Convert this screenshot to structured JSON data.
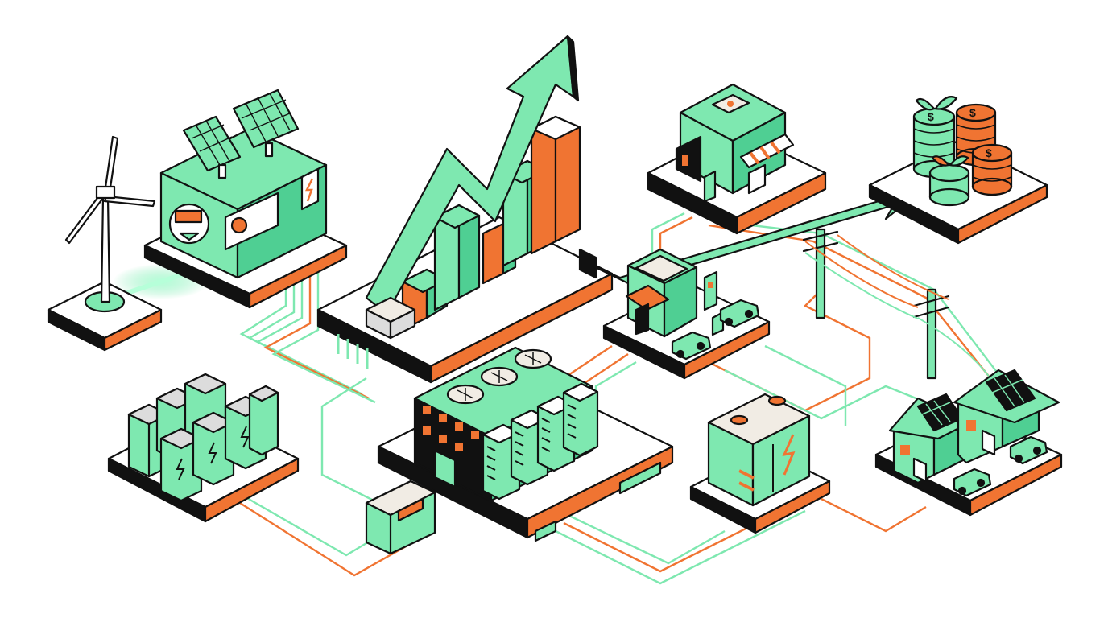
{
  "palette": {
    "mint": "#7ee8b0",
    "mint_dark": "#4fcf93",
    "orange": "#f07432",
    "ink": "#111111",
    "paper": "#ffffff",
    "cream": "#f1ece4",
    "gray": "#dcdcdc"
  },
  "nodes": [
    {
      "id": "wind-turbine",
      "icon": "wind-turbine-icon"
    },
    {
      "id": "solar-meter-unit",
      "icon": "solar-panel-icon"
    },
    {
      "id": "growth-chart-platform",
      "icon": "trending-up-icon"
    },
    {
      "id": "retail-store",
      "icon": "storefront-icon"
    },
    {
      "id": "revenue-coins",
      "icon": "dollar-coin-icon"
    },
    {
      "id": "ev-charging-store",
      "icon": "ev-charger-icon"
    },
    {
      "id": "battery-bank",
      "icon": "battery-icon"
    },
    {
      "id": "data-center",
      "icon": "server-rack-icon"
    },
    {
      "id": "grid-battery",
      "icon": "lightning-icon"
    },
    {
      "id": "solar-homes",
      "icon": "house-icon"
    },
    {
      "id": "utility-poles",
      "icon": "power-pole-icon"
    }
  ],
  "flows": {
    "primary_arrow": "trending-up-arrow",
    "secondary_arrow": "revenue-arrow"
  }
}
